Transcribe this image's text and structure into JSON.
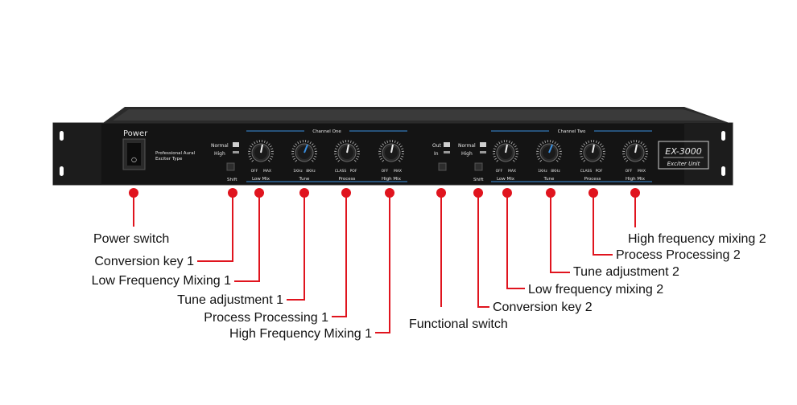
{
  "device": {
    "power_label": "Power",
    "brand_line1": "Professional Aural",
    "brand_line2": "Exciter Type",
    "channel_one": "Channel One",
    "channel_two": "Channel Two",
    "model": "EX-3000",
    "subtitle": "Exciter Unit",
    "normal": "Normal",
    "high": "High",
    "out": "Out",
    "in": "In",
    "shift": "Shift",
    "knob_names": [
      "Low Mix",
      "Tune",
      "Process",
      "High Mix"
    ],
    "knob_left_ticks": [
      "OFF",
      "1KHz",
      "CLASS",
      "OFF"
    ],
    "knob_right_ticks": [
      "MAX",
      "8KHz",
      "POF",
      "MAX"
    ]
  },
  "callouts": [
    {
      "id": "power-switch",
      "label": "Power switch"
    },
    {
      "id": "conversion-key-1",
      "label": "Conversion key 1"
    },
    {
      "id": "low-frequency-mixing-1",
      "label": "Low Frequency Mixing 1"
    },
    {
      "id": "tune-adjustment-1",
      "label": "Tune adjustment 1"
    },
    {
      "id": "process-processing-1",
      "label": "Process Processing 1"
    },
    {
      "id": "high-frequency-mixing-1",
      "label": "High Frequency Mixing 1"
    },
    {
      "id": "functional-switch",
      "label": "Functional switch"
    },
    {
      "id": "conversion-key-2",
      "label": "Conversion key 2"
    },
    {
      "id": "low-frequency-mixing-2",
      "label": "Low frequency mixing 2"
    },
    {
      "id": "tune-adjustment-2",
      "label": "Tune adjustment 2"
    },
    {
      "id": "process-processing-2",
      "label": "Process Processing 2"
    },
    {
      "id": "high-frequency-mixing-2",
      "label": "High frequency mixing 2"
    }
  ],
  "colors": {
    "leader": "#e0141e",
    "panel": "#161616",
    "accent": "#3a8fe0"
  }
}
